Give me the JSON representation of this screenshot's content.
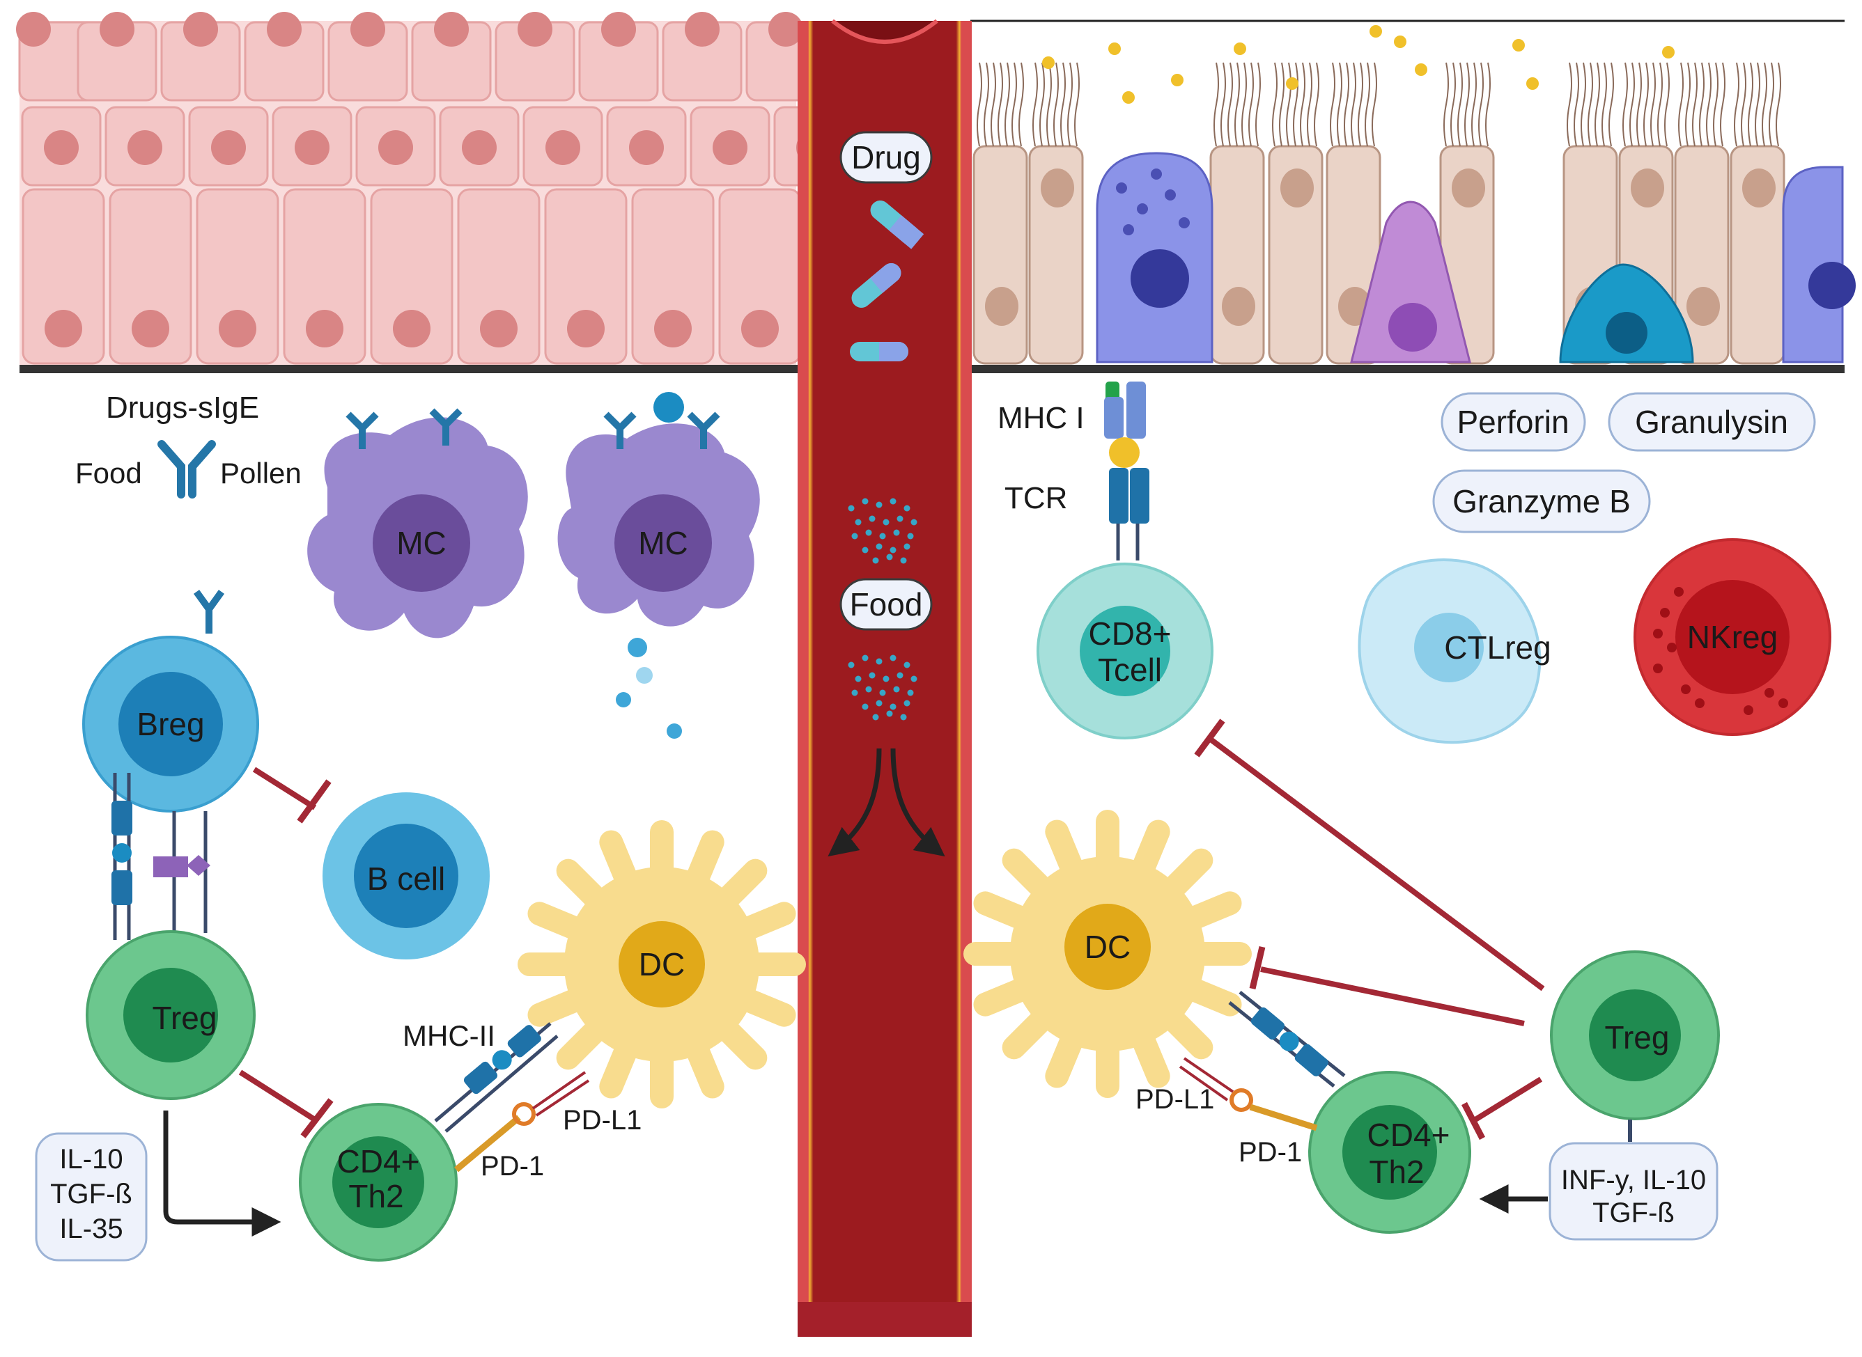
{
  "vessel_labels": {
    "drug": "Drug",
    "food": "Food"
  },
  "left_panel": {
    "ige_title": "Drugs-sIgE",
    "ige_left": "Food",
    "ige_right": "Pollen",
    "mast_cell_1": "MC",
    "mast_cell_2": "MC",
    "breg": "Breg",
    "b_cell": "B cell",
    "treg": "Treg",
    "dc": "DC",
    "th2_line1": "CD4+",
    "th2_line2": "Th2",
    "mhc_ii": "MHC-II",
    "pd1": "PD-1",
    "pdl1": "PD-L1",
    "cytokines": [
      "IL-10",
      "TGF-ß",
      "IL-35"
    ]
  },
  "right_panel": {
    "mhc_i": "MHC I",
    "tcr": "TCR",
    "cd8_line1": "CD8+",
    "cd8_line2": "Tcell",
    "perforin": "Perforin",
    "granulysin": "Granulysin",
    "granzyme": "Granzyme B",
    "ctlreg": "CTLreg",
    "nkreg": "NKreg",
    "dc": "DC",
    "treg": "Treg",
    "th2_line1": "CD4+",
    "th2_line2": "Th2",
    "pdl1": "PD-L1",
    "pd1": "PD-1",
    "cytokines": [
      "INF-y, IL-10",
      "TGF-ß"
    ]
  },
  "colors": {
    "epithelium_left": "#f3c6c6",
    "epithelium_right": "#e8d3c8",
    "vessel": "#9c1b1f",
    "vessel_wall": "#d8474a",
    "inhibition": "#a32835",
    "breg": "#5bb8e0",
    "treg": "#6cc78e",
    "mast_cell": "#9b88cf",
    "dc": "#f7d98a",
    "cd8": "#a6e0db",
    "ctlreg": "#cbeaf7",
    "nkreg": "#d9363b"
  }
}
